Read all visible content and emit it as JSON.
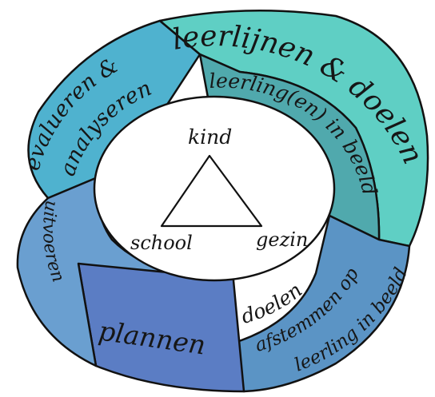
{
  "segments": {
    "leerlijnen": "leerlijnen & doelen",
    "leerlingen": "leerling(en) in beeld",
    "doelen_line1": "doelen",
    "doelen_line2": "afstemmen op",
    "doelen_line3": "leerling in beeld",
    "plannen": "plannen",
    "uitvoeren": "uitvoeren",
    "evalueren_line1": "evalueren &",
    "evalueren_line2": "analyseren"
  },
  "center": {
    "top": "kind",
    "left": "school",
    "right": "gezin"
  },
  "colors": {
    "leerlijnen": "#5fcfc4",
    "leerlingen": "#50a9ad",
    "doelen": "#5b94c5",
    "plannen": "#5b7dc4",
    "uitvoeren": "#6a9fd0",
    "evalueren": "#4fb2cf",
    "outline": "#111111",
    "center": "#ffffff"
  }
}
